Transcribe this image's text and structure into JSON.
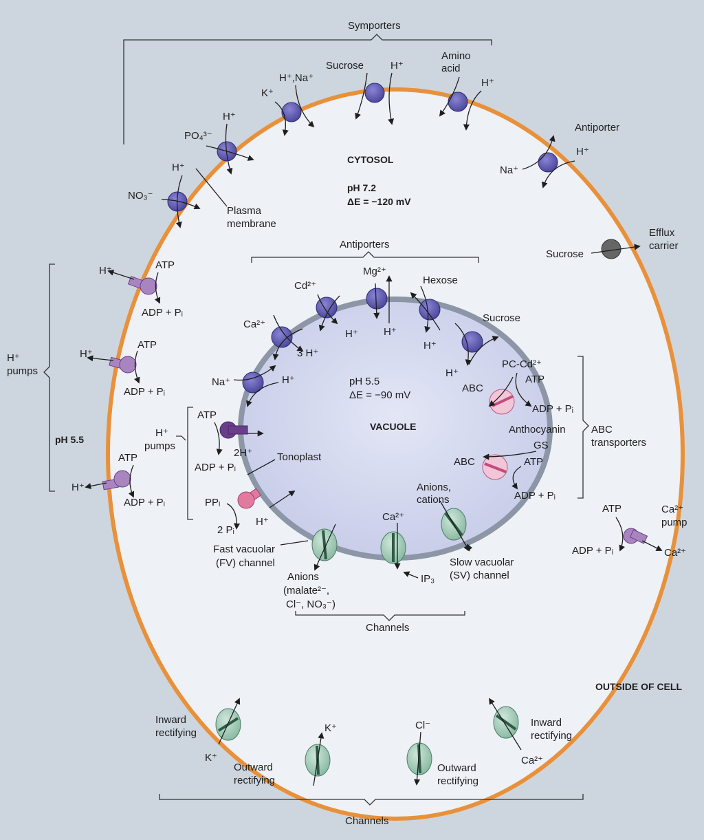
{
  "regions": {
    "cytosol": "CYTOSOL",
    "cytosol_ph": "pH 7.2",
    "cytosol_de": "ΔE = −120 mV",
    "vacuole": "VACUOLE",
    "vacuole_ph": "pH 5.5",
    "vacuole_de": "ΔE = −90 mV",
    "outside": "OUTSIDE OF CELL",
    "outer_ph": "pH 5.5"
  },
  "membranes": {
    "plasma_1": "Plasma",
    "plasma_2": "membrane",
    "tonoplast": "Tonoplast"
  },
  "groups": {
    "symporters": "Symporters",
    "antiporter": "Antiporter",
    "antiporters": "Antiporters",
    "h_pumps_1": "H⁺",
    "h_pumps_2": "pumps",
    "abc_transporters_1": "ABC",
    "abc_transporters_2": "transporters",
    "channels": "Channels",
    "efflux_1": "Efflux",
    "efflux_2": "carrier",
    "ca_pump_1": "Ca²⁺",
    "ca_pump_2": "pump"
  },
  "symporter_labels": {
    "no3": "NO₃⁻",
    "h_no3": "H⁺",
    "po4": "PO₄³⁻",
    "h_po4": "H⁺",
    "k": "K⁺",
    "h_na": "H⁺,Na⁺",
    "sucrose": "Sucrose",
    "h_sucrose": "H⁺",
    "amino_1": "Amino",
    "amino_2": "acid",
    "h_amino": "H⁺"
  },
  "pm_antiporter": {
    "na": "Na⁺",
    "h": "H⁺"
  },
  "efflux_label": "Sucrose",
  "pm_pumps": {
    "atp": "ATP",
    "adp": "ADP + Pᵢ",
    "h": "H⁺"
  },
  "vacuole_antiporters": {
    "na": "Na⁺",
    "h_na": "H⁺",
    "ca": "Ca²⁺",
    "h3": "3 H⁺",
    "cd": "Cd²⁺",
    "h_cd": "H⁺",
    "mg": "Mg²⁺",
    "h_mg": "H⁺",
    "hexose": "Hexose",
    "h_hexose": "H⁺",
    "sucrose": "Sucrose",
    "h_sucrose": "H⁺"
  },
  "tonoplast_pumps": {
    "atp": "ATP",
    "h2": "2H⁺",
    "adp": "ADP + Pᵢ",
    "ppi": "PPᵢ",
    "pi2": "2 Pᵢ",
    "h": "H⁺",
    "pumps_1": "H⁺",
    "pumps_2": "pumps"
  },
  "abc": {
    "pc_cd": "PC-Cd²⁺",
    "atp1": "ATP",
    "adp1": "ADP + Pᵢ",
    "abc1": "ABC",
    "anthocyanin": "Anthocyanin",
    "gs": "GS",
    "abc2": "ABC",
    "atp2": "ATP",
    "adp2": "ADP + Pᵢ"
  },
  "vac_channels": {
    "fv_1": "Fast vacuolar",
    "fv_2": "(FV) channel",
    "anions_1": "Anions",
    "anions_2": "(malate²⁻,",
    "anions_3": "Cl⁻, NO₃⁻)",
    "ca": "Ca²⁺",
    "ip3": "IP₃",
    "anions_cations_1": "Anions,",
    "anions_cations_2": "cations",
    "sv_1": "Slow vacuolar",
    "sv_2": "(SV) channel"
  },
  "ca_pump": {
    "atp": "ATP",
    "adp": "ADP + Pᵢ",
    "ca": "Ca²⁺"
  },
  "pm_channels": {
    "inward_1": "Inward",
    "inward_2": "rectifying",
    "k_in": "K⁺",
    "k_out": "K⁺",
    "outward_1": "Outward",
    "outward_2": "rectifying",
    "cl": "Cl⁻",
    "outward2_1": "Outward",
    "outward2_2": "rectifying",
    "inward2_1": "Inward",
    "inward2_2": "rectifying",
    "ca": "Ca²⁺"
  },
  "colors": {
    "plasma_membrane": "#e8913a",
    "tonoplast": "#8c96a6",
    "cytosol": "#eef1f6",
    "vacuole": "#d4d8ee",
    "carrier": "#5a54ad",
    "pump": "#a985bf",
    "pump_dark": "#6a3f8a",
    "ppase": "#e27aa0",
    "abc": "#f2c6d6",
    "channel": "#9ec8b4",
    "efflux": "#6a6a6a"
  }
}
